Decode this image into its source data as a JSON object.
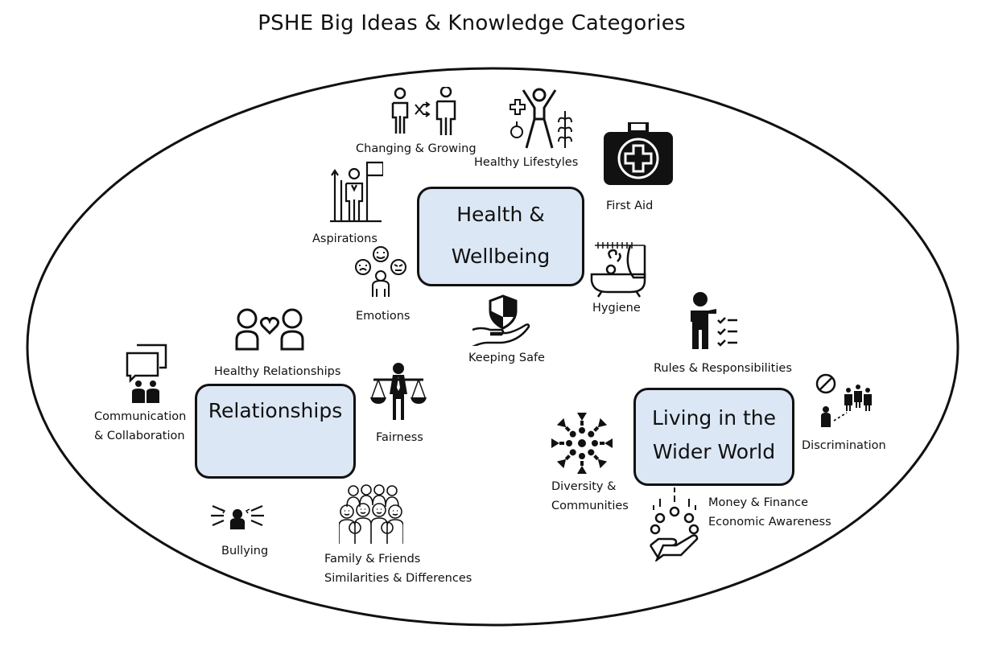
{
  "title": "PSHE Big Ideas & Knowledge Categories",
  "categories": {
    "health": {
      "line1": "Health &",
      "line2": "Wellbeing"
    },
    "relationships": {
      "line1": "Relationships"
    },
    "wider_world": {
      "line1": "Living in the",
      "line2": "Wider World"
    }
  },
  "health_topics": {
    "changing": "Changing & Growing",
    "lifestyles": "Healthy Lifestyles",
    "first_aid": "First Aid",
    "aspirations": "Aspirations",
    "emotions": "Emotions",
    "hygiene": "Hygiene",
    "keeping_safe": "Keeping Safe"
  },
  "relationship_topics": {
    "healthy_relationships": "Healthy Relationships",
    "communication_1": "Communication",
    "communication_2": "& Collaboration",
    "fairness": "Fairness",
    "bullying": "Bullying",
    "family_1": "Family & Friends",
    "family_2": "Similarities & Differences"
  },
  "wider_world_topics": {
    "rules": "Rules & Responsibilities",
    "discrimination": "Discrimination",
    "diversity_1": "Diversity &",
    "diversity_2": "Communities",
    "money_1": "Money & Finance",
    "money_2": "Economic Awareness"
  },
  "icons": [
    "changing-growing-icon",
    "healthy-lifestyles-icon",
    "first-aid-kit-icon",
    "aspirations-icon",
    "emotions-icon",
    "hygiene-bath-icon",
    "keeping-safe-shield-icon",
    "healthy-relationships-icon",
    "communication-icon",
    "fairness-scales-icon",
    "bullying-icon",
    "family-friends-icon",
    "rules-checklist-icon",
    "discrimination-icon",
    "diversity-icon",
    "money-finance-icon"
  ]
}
